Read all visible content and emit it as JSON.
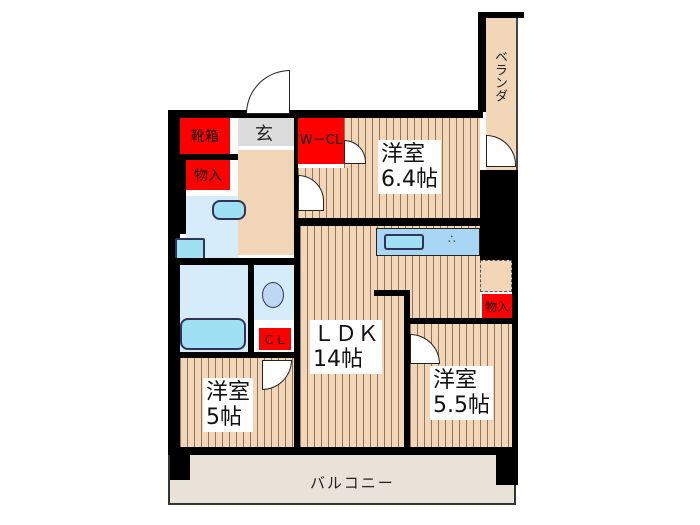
{
  "floorplan": {
    "rooms": {
      "western_room_1": {
        "name": "洋室",
        "size": "6.4帖"
      },
      "western_room_2": {
        "name": "洋室",
        "size": "5帖"
      },
      "western_room_3": {
        "name": "洋室",
        "size": "5.5帖"
      },
      "ldk": {
        "name": "ＬＤＫ",
        "size": "14帖"
      },
      "balcony": {
        "name": "バルコニー"
      },
      "veranda": {
        "name": "ベランダ"
      },
      "entrance": {
        "name": "玄"
      },
      "shoe_box": {
        "name": "靴箱"
      },
      "storage_1": {
        "name": "物入"
      },
      "storage_2": {
        "name": "物入"
      },
      "walk_in_closet": {
        "name": "W－CL"
      },
      "closet": {
        "name": "ＣＬ"
      }
    },
    "colors": {
      "floor": "#f3d6b8",
      "storage_red": "#ff0000",
      "wet_area": "#d6ecfa",
      "tub": "#9fe0f5",
      "balcony": "#e8e2d8",
      "wall": "#000000"
    }
  }
}
